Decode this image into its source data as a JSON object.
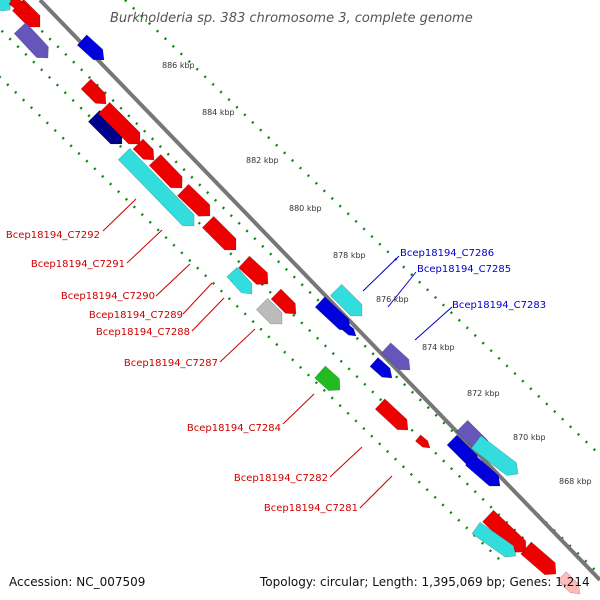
{
  "title": "Burkholderia sp. 383 chromosome 3, complete genome",
  "accession": "Accession: NC_007509",
  "summary": "Topology: circular; Length: 1,395,069 bp; Genes: 1,214",
  "colors": {
    "red": "#ee0000",
    "cyan": "#33dddd",
    "blue": "#0000dd",
    "navy": "#000088",
    "slate": "#6655bb",
    "green": "#22bb22",
    "gray": "#bbbbbb",
    "pink": "#ffbbbb",
    "backbone": "#777777",
    "dots": "#118811",
    "label_red": "#cc0000",
    "label_blue": "#0000cc"
  },
  "ticks": [
    "886 kbp",
    "884 kbp",
    "882 kbp",
    "880 kbp",
    "878 kbp",
    "876 kbp",
    "874 kbp",
    "872 kbp",
    "870 kbp",
    "868 kbp"
  ],
  "labels_left": [
    "Bcep18194_C7292",
    "Bcep18194_C7291",
    "Bcep18194_C7290",
    "Bcep18194_C7289",
    "Bcep18194_C7288",
    "Bcep18194_C7287",
    "Bcep18194_C7284",
    "Bcep18194_C7282",
    "Bcep18194_C7281"
  ],
  "labels_right": [
    "Bcep18194_C7286",
    "Bcep18194_C7285",
    "Bcep18194_C7283"
  ]
}
